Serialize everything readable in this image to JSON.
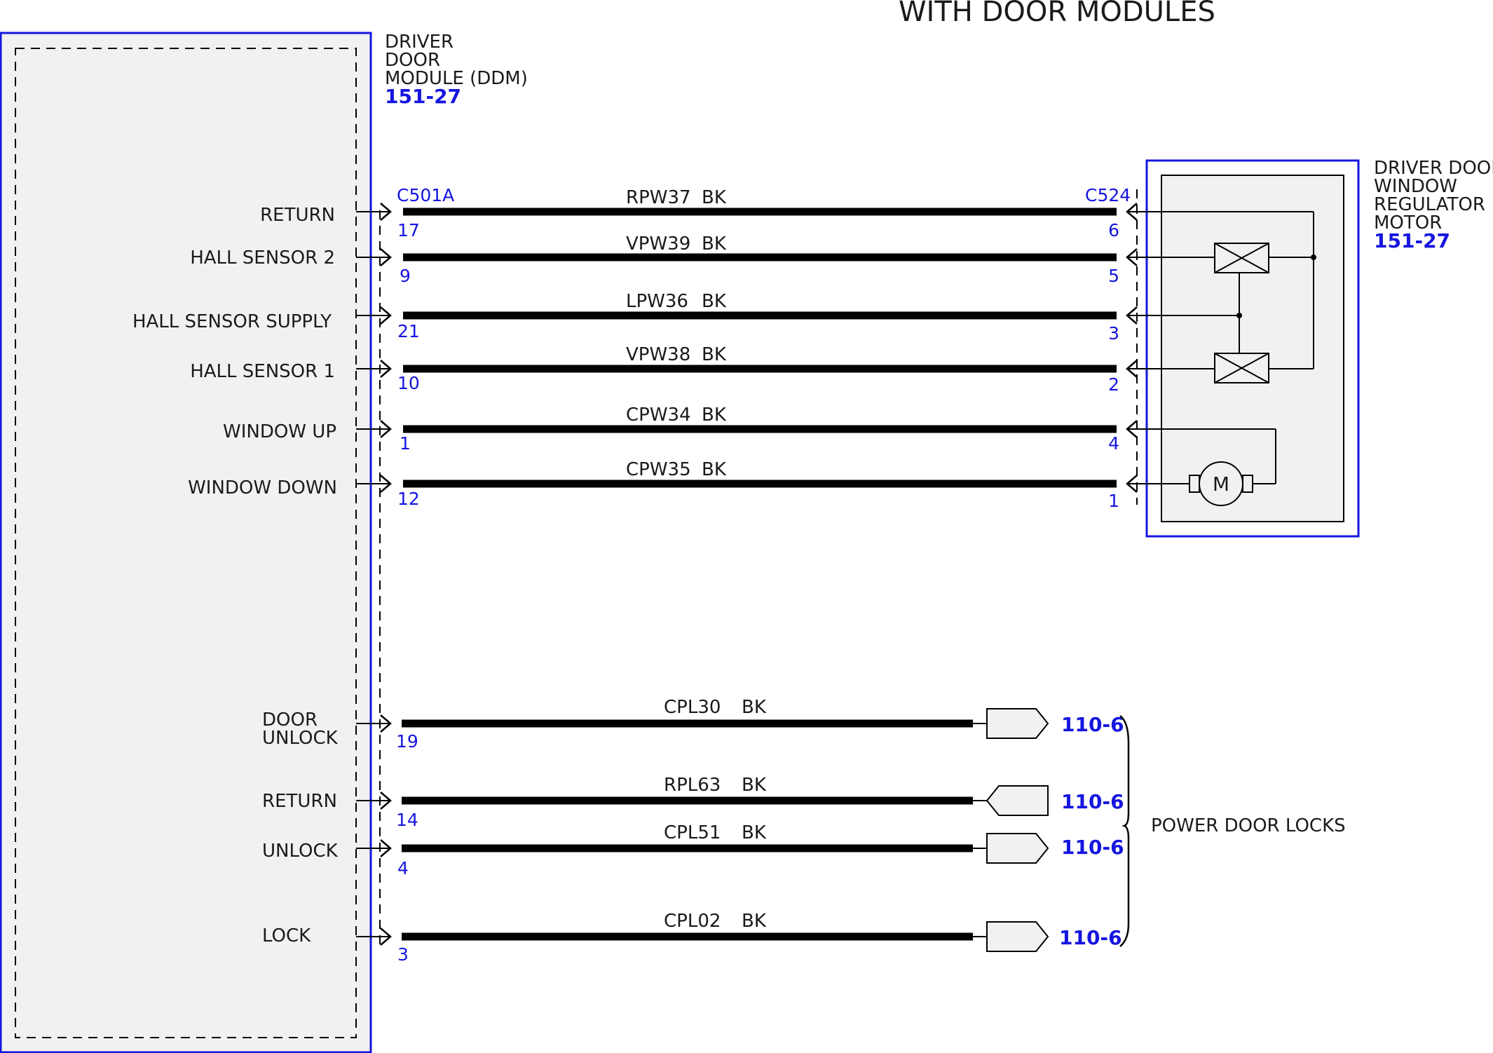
{
  "title": "WITH DOOR MODULES",
  "ddm": {
    "name_lines": [
      "DRIVER",
      "DOOR",
      "MODULE (DDM)"
    ],
    "ref": "151-27"
  },
  "motor": {
    "name_lines": [
      "DRIVER DOOR",
      "WINDOW",
      "REGULATOR",
      "MOTOR"
    ],
    "ref": "151-27",
    "motor_symbol": "M"
  },
  "connectors": {
    "left": "C501A",
    "right": "C524"
  },
  "window_circuits": [
    {
      "label": "RETURN",
      "pin_left": "17",
      "circuit": "RPW37",
      "color": "BK",
      "pin_right": "6"
    },
    {
      "label": "HALL SENSOR 2",
      "pin_left": "9",
      "circuit": "VPW39",
      "color": "BK",
      "pin_right": "5"
    },
    {
      "label": "HALL SENSOR SUPPLY",
      "pin_left": "21",
      "circuit": "LPW36",
      "color": "BK",
      "pin_right": "3"
    },
    {
      "label": "HALL SENSOR 1",
      "pin_left": "10",
      "circuit": "VPW38",
      "color": "BK",
      "pin_right": "2"
    },
    {
      "label": "WINDOW UP",
      "pin_left": "1",
      "circuit": "CPW34",
      "color": "BK",
      "pin_right": "4"
    },
    {
      "label": "WINDOW DOWN",
      "pin_left": "12",
      "circuit": "CPW35",
      "color": "BK",
      "pin_right": "1"
    }
  ],
  "lock_circuits": [
    {
      "label_lines": [
        "DOOR",
        "UNLOCK"
      ],
      "pin": "19",
      "circuit": "CPL30",
      "color": "BK",
      "ref": "110-6",
      "direction": "out"
    },
    {
      "label_lines": [
        "RETURN"
      ],
      "pin": "14",
      "circuit": "RPL63",
      "color": "BK",
      "ref": "110-6",
      "direction": "in"
    },
    {
      "label_lines": [
        "UNLOCK"
      ],
      "pin": "4",
      "circuit": "CPL51",
      "color": "BK",
      "ref": "110-6",
      "direction": "out"
    },
    {
      "label_lines": [
        "LOCK"
      ],
      "pin": "3",
      "circuit": "CPL02",
      "color": "BK",
      "ref": "110-6",
      "direction": "out"
    }
  ],
  "power_door_locks_label": "POWER DOOR LOCKS",
  "colors": {
    "blue": "#1515e0",
    "module_fill": "#f1f1f1",
    "wire": "#000000"
  }
}
